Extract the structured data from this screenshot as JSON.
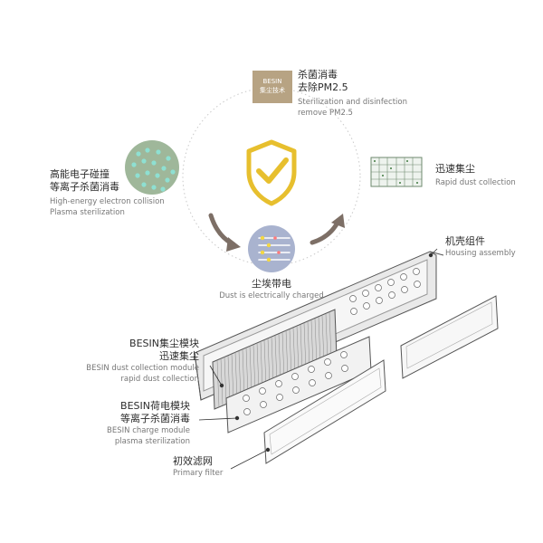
{
  "brand_badge": {
    "line1": "BESIN",
    "line2": "集尘技术"
  },
  "labels": {
    "sterilization": {
      "cn1": "杀菌消毒",
      "cn2": "去除PM2.5",
      "en1": "Sterilization and disinfection",
      "en2": "remove PM2.5"
    },
    "plasma": {
      "cn1": "高能电子碰撞",
      "cn2": "等离子杀菌消毒",
      "en1": "High-energy electron collision",
      "en2": "Plasma sterilization"
    },
    "rapid": {
      "cn1": "迅速集尘",
      "en1": "Rapid dust collection"
    },
    "charged": {
      "cn1": "尘埃带电",
      "en1": "Dust is electrically charged"
    },
    "housing": {
      "cn1": "机壳组件",
      "en1": "Housing assembly"
    },
    "dust_module": {
      "cn1": "BESIN集尘模块",
      "cn2": "迅速集尘",
      "en1": "BESIN dust collection module",
      "en2": "rapid dust collection"
    },
    "charge_module": {
      "cn1": "BESIN荷电模块",
      "cn2": "等离子杀菌消毒",
      "en1": "BESIN charge module",
      "en2": "plasma sterilization"
    },
    "primary_filter": {
      "cn1": "初效滤网",
      "en1": "Primary filter"
    }
  },
  "colors": {
    "shield": "#e7bf2e",
    "arrow": "#7d6f66",
    "badge": "#b7a383",
    "dots": "#8ecfc2"
  }
}
